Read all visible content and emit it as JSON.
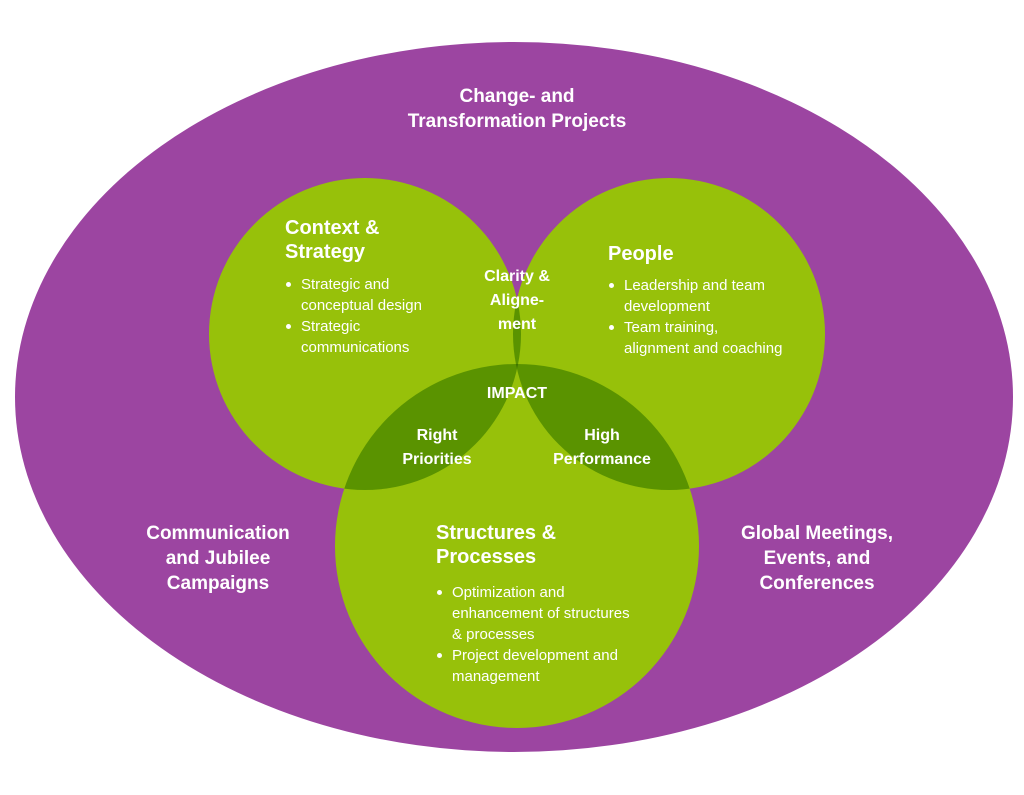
{
  "colors": {
    "background": "#ffffff",
    "outer_ellipse": "#9c45a1",
    "circle": "#97c10a",
    "overlap_two": "#5a9300",
    "overlap_center": "#3f7400",
    "text": "#ffffff"
  },
  "outer": {
    "top_label": [
      "Change- and",
      "Transformation Projects"
    ],
    "left_label": [
      "Communication",
      "and Jubilee",
      "Campaigns"
    ],
    "right_label": [
      "Global Meetings,",
      "Events, and",
      "Conferences"
    ]
  },
  "circles": [
    {
      "id": "context-strategy",
      "title": [
        "Context &",
        "Strategy"
      ],
      "bullets": [
        "Strategic and conceptual design",
        "Strategic communications"
      ]
    },
    {
      "id": "people",
      "title": [
        "People"
      ],
      "bullets": [
        "Leadership and team development",
        "Team training, alignment and coaching"
      ]
    },
    {
      "id": "structures-processes",
      "title": [
        "Structures &",
        "Processes"
      ],
      "bullets": [
        "Optimization and enhancement of structures & processes",
        "Project development and management"
      ]
    }
  ],
  "intersections": {
    "clarity": [
      "Clarity &",
      "Aligne-",
      "ment"
    ],
    "right_priorities": [
      "Right",
      "Priorities"
    ],
    "high_performance": [
      "High",
      "Performance"
    ],
    "center": "IMPACT"
  }
}
